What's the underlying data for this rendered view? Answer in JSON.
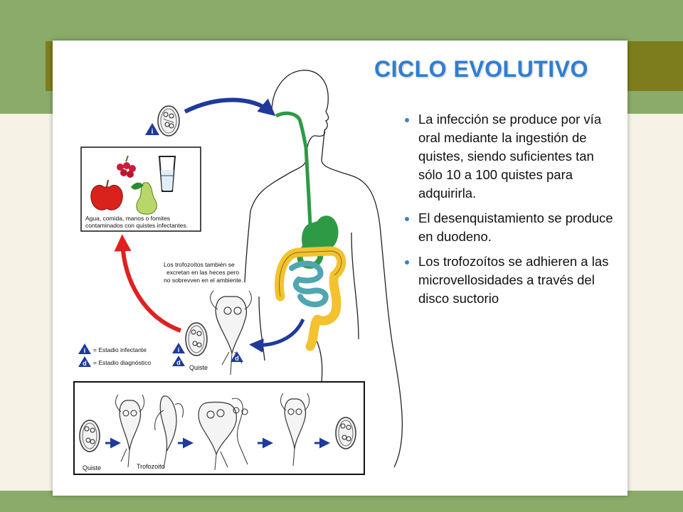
{
  "slide": {
    "title": "CICLO EVOLUTIVO",
    "bullets": [
      "La infección se produce por vía oral mediante la ingestión de quistes, siendo suficientes tan sólo 10 a 100 quistes para adquirirla.",
      "El desenquistamiento se produce en duodeno.",
      "Los trofozoítos se adhieren a las microvellosidades a través del disco suctorio"
    ]
  },
  "diagram": {
    "food_box_caption_1": "Agua, comida, manos o fomites",
    "food_box_caption_2": "contaminados con quistes infectantes.",
    "note_1": "Los trofozoítos también se",
    "note_2": "excretan en las heces pero",
    "note_3": "no sobrevven en el ambiente.",
    "legend_infective_symbol": "i",
    "legend_infective": "= Estadio infectante",
    "legend_diagnostic_symbol": "d",
    "legend_diagnostic": "= Estadio diagnóstico",
    "cyst_label": "Quiste",
    "bottom_cyst_label": "Quiste",
    "bottom_trophozoite_label": "Trofozoito"
  },
  "colors": {
    "title": "#2f7fd0",
    "arrow_blue": "#1f3a9a",
    "arrow_red": "#e02020",
    "esophagus_green": "#2e9a45",
    "colon_yellow": "#f2c230",
    "intestine_teal": "#4fa6b0"
  }
}
